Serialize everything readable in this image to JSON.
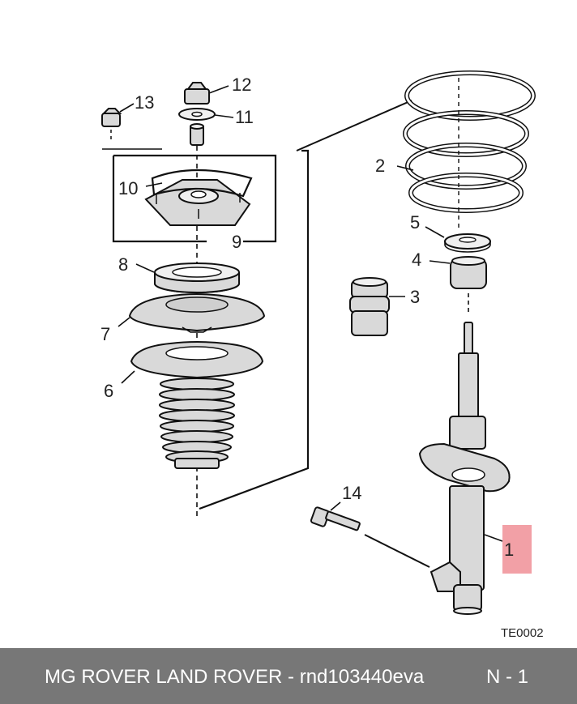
{
  "diagram": {
    "callouts": {
      "c1": "1",
      "c2": "2",
      "c3": "3",
      "c4": "4",
      "c5": "5",
      "c6": "6",
      "c7": "7",
      "c8": "8",
      "c9": "9",
      "c10": "10",
      "c11": "11",
      "c12": "12",
      "c13": "13",
      "c14": "14"
    },
    "code": "TE0002",
    "highlight_color": "#f2a0a6"
  },
  "footer": {
    "title": "MG ROVER LAND ROVER - rnd103440eva",
    "page": "N - 1"
  },
  "colors": {
    "footer_bg": "#777777",
    "part_fill": "#d9d9d9",
    "line": "#111111"
  }
}
